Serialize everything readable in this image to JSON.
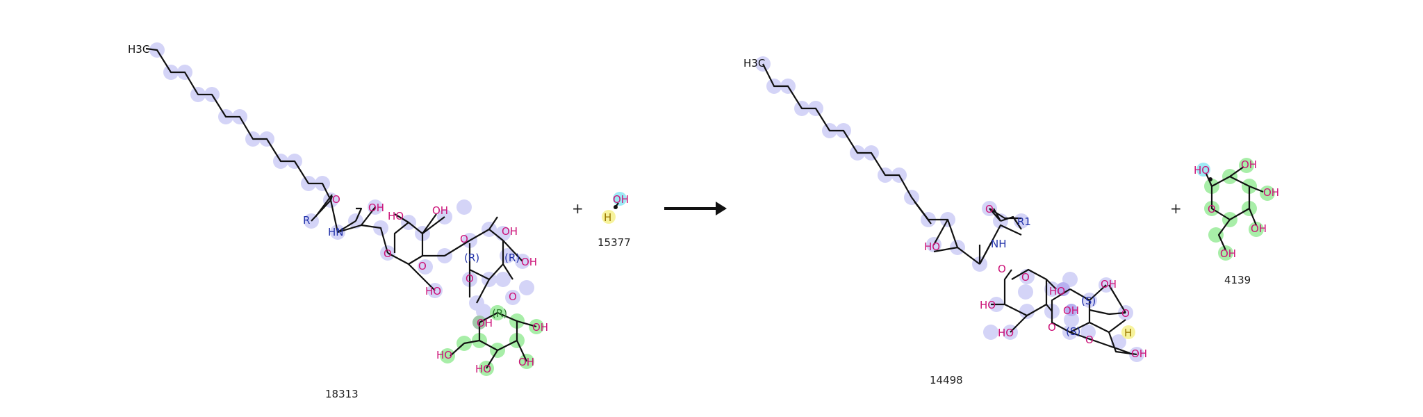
{
  "reaction": {
    "plus_sign": "+",
    "reactants": [
      {
        "id": "18313",
        "terminal_label": "H3C",
        "r_label": "R",
        "nh_label": "HN",
        "stereo_label": "(R)"
      },
      {
        "id": "15377",
        "oh_label": "OH",
        "h_label": "H"
      }
    ],
    "products": [
      {
        "id": "14498",
        "terminal_label": "H3C",
        "r_label": "R1",
        "nh_label": "NH",
        "stereo_label": "(S)"
      },
      {
        "id": "4139"
      }
    ],
    "atom_labels": {
      "hydroxyl": "OH",
      "hydroxyl_left": "HO",
      "oxygen": "O",
      "hydrogen": "H"
    },
    "colors": {
      "bond": "#111111",
      "oxygen_text": "#cc1177",
      "nitrogen_text": "#2233aa",
      "highlight_lavender": "#d4d4f7",
      "highlight_green": "#a8eea8",
      "highlight_cyan": "#9eeaf5",
      "highlight_yellow": "#f7f39c",
      "highlight_teal": "#9fc7a8",
      "highlight_purple": "#b7b0f0"
    }
  }
}
